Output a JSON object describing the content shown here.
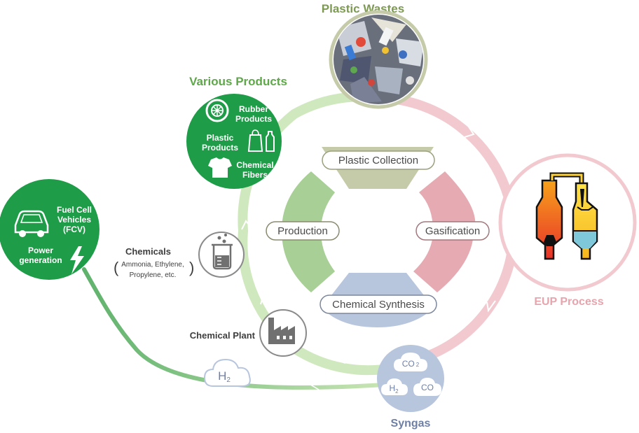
{
  "title_plastic_wastes": "Plastic Wastes",
  "title_various_products": "Various Products",
  "eup_process": "EUP Process",
  "syngas": "Syngas",
  "cycle": {
    "plastic_collection": "Plastic Collection",
    "gasification": "Gasification",
    "chemical_synthesis": "Chemical Synthesis",
    "production": "Production"
  },
  "products": {
    "rubber_line1": "Rubber",
    "rubber_line2": "Products",
    "plastic_line1": "Plastic",
    "plastic_line2": "Products",
    "fibers_line1": "Chemical",
    "fibers_line2": "Fibers"
  },
  "fcv": {
    "line1": "Fuel Cell",
    "line2": "Vehicles",
    "line3": "(FCV)",
    "power_line1": "Power",
    "power_line2": "generation"
  },
  "chemicals": {
    "title": "Chemicals",
    "sub_line1": "Ammonia, Ethylene,",
    "sub_line2": "Propylene, etc."
  },
  "chemical_plant": "Chemical Plant",
  "h2_label": "H",
  "h2_sub": "2",
  "syngas_gases": {
    "co2": "CO",
    "co2_sub": "2",
    "h2": "H",
    "h2_sub": "2",
    "co": "CO"
  },
  "colors": {
    "green_dark": "#1e9c48",
    "green_light": "#c9e5b4",
    "green_mid": "#8fc382",
    "pink_light": "#f2c9cf",
    "pink_title": "#e7a4ad",
    "olive": "#7d9a52",
    "olive_light": "#bfc6a6",
    "blue_light": "#b7c5dd",
    "blue_title": "#6e7fa6",
    "grey_icon": "#707070"
  }
}
